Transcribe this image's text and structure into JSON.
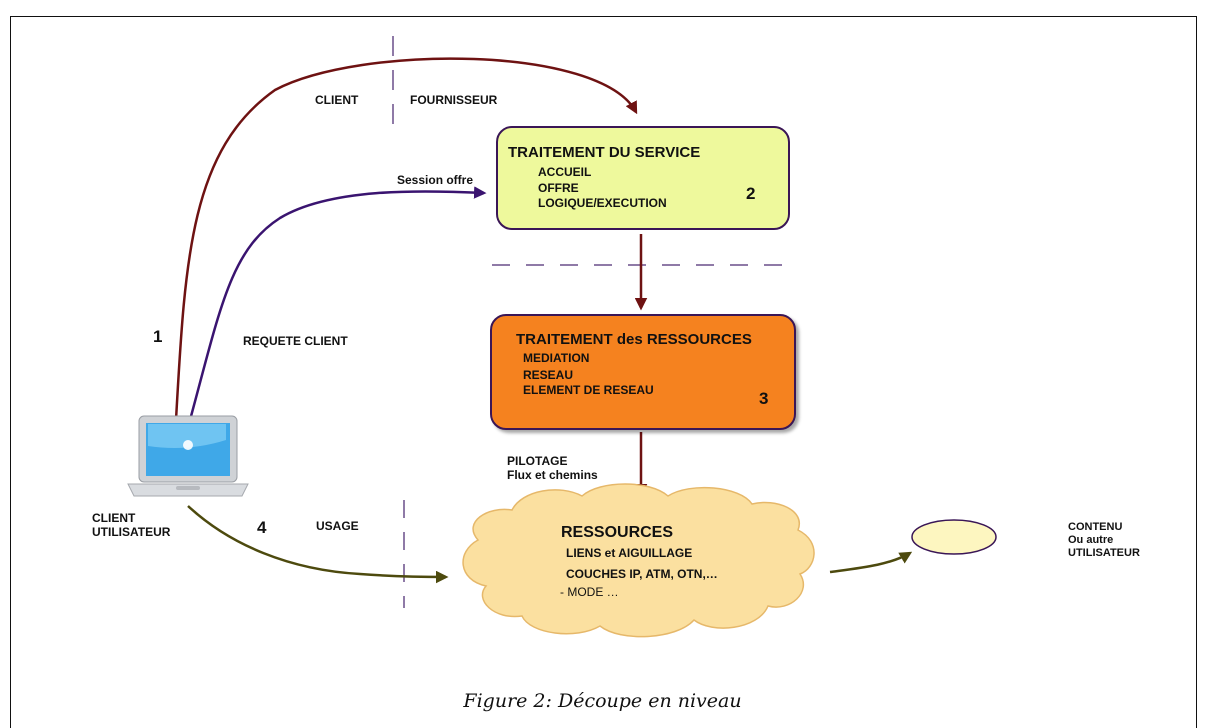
{
  "labels": {
    "client": "CLIENT",
    "fournisseur": "FOURNISSEUR",
    "session_offre": "Session offre",
    "requete_client": "REQUETE CLIENT",
    "num1": "1",
    "num4": "4",
    "client_utilisateur_1": "CLIENT",
    "client_utilisateur_2": "UTILISATEUR",
    "usage": "USAGE",
    "pilotage_1": "PILOTAGE",
    "pilotage_2": "Flux et chemins",
    "contenu_1": "CONTENU",
    "contenu_2": "Ou autre",
    "contenu_3": "UTILISATEUR"
  },
  "service_box": {
    "title": "TRAITEMENT DU SERVICE",
    "items": [
      "ACCUEIL",
      "OFFRE",
      "LOGIQUE/EXECUTION"
    ],
    "number": "2"
  },
  "resources_box": {
    "title": "TRAITEMENT des RESSOURCES",
    "items": [
      "MEDIATION",
      "RESEAU",
      "ELEMENT DE RESEAU"
    ],
    "number": "3"
  },
  "cloud": {
    "title": "RESSOURCES",
    "items": [
      "LIENS et AIGUILLAGE",
      "COUCHES IP, ATM, OTN,…",
      "- MODE …"
    ]
  },
  "colors": {
    "service_fill": "#eef99c",
    "resources_fill": "#f5821f",
    "cloud_fill": "#fbe0a0",
    "arrow_red": "#6e1212",
    "arrow_purple": "#3a1470",
    "arrow_olive": "#4d4a0e",
    "divider": "#6a4f8a"
  },
  "icons": [
    "laptop-icon"
  ],
  "caption": "Figure 2: Découpe en niveau"
}
